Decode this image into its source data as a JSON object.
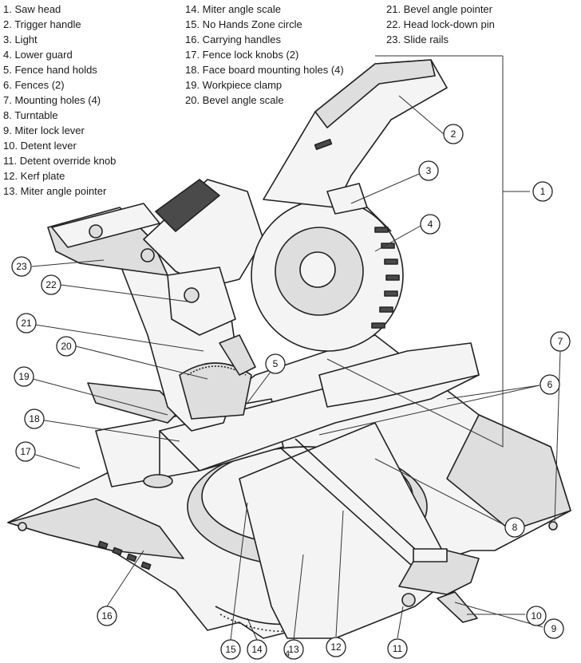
{
  "legend": {
    "column_1": [
      "1.  Saw  head",
      "2.  Trigger  handle",
      "3.  Light",
      "4.  Lower  guard",
      "5.  Fence hand holds",
      "6.  Fences (2)",
      "7.  Mounting holes (4)",
      "8.  Turntable",
      "9.  Miter lock lever",
      "10. Detent lever",
      "11.  Detent override knob",
      "12. Kerf plate",
      "13. Miter angle pointer"
    ],
    "column_2": [
      "14. Miter angle scale",
      "15. No Hands Zone circle",
      "16. Carrying handles",
      "17. Fence lock knobs (2)",
      "18. Face board mounting holes (4)",
      "19. Workpiece clamp",
      "20. Bevel angle scale"
    ],
    "column_3": [
      "21. Bevel angle pointer",
      "22. Head lock-down pin",
      "23. Slide rails"
    ]
  },
  "callouts": [
    "1",
    "2",
    "3",
    "4",
    "5",
    "6",
    "7",
    "8",
    "9",
    "10",
    "11",
    "12",
    "13",
    "14",
    "15",
    "16",
    "17",
    "18",
    "19",
    "20",
    "21",
    "22",
    "23"
  ],
  "page_number": "4",
  "colors": {
    "line": "#222222",
    "fill_light": "#f4f4f4",
    "fill_mid": "#dedede",
    "fill_dark": "#4a4a4a"
  }
}
